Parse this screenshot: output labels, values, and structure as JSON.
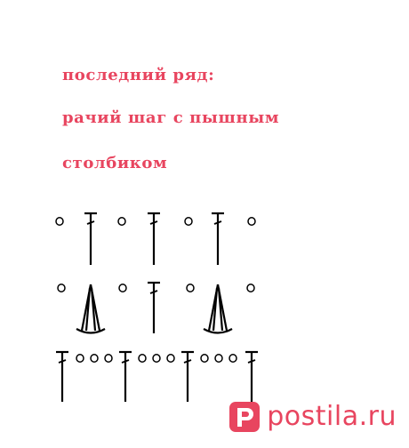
{
  "caption": {
    "line1": "последний ряд:",
    "line2": "рачий шаг с пышным",
    "line3": "столбиком"
  },
  "watermark": {
    "icon": "postila-logo-icon",
    "text": "postila.ru",
    "color": "#e8455f"
  },
  "colors": {
    "caption": "#e8455f",
    "symbols": "#000000"
  },
  "diagram": {
    "rows": [
      [
        "chain",
        "double-crochet",
        "chain",
        "double-crochet",
        "chain",
        "double-crochet",
        "chain"
      ],
      [
        "chain",
        "puff-stitch",
        "chain",
        "double-crochet",
        "chain",
        "puff-stitch",
        "chain"
      ],
      [
        "double-crochet",
        "chain",
        "chain",
        "chain",
        "double-crochet",
        "chain",
        "chain",
        "chain",
        "double-crochet",
        "chain",
        "chain",
        "chain",
        "double-crochet"
      ]
    ]
  }
}
